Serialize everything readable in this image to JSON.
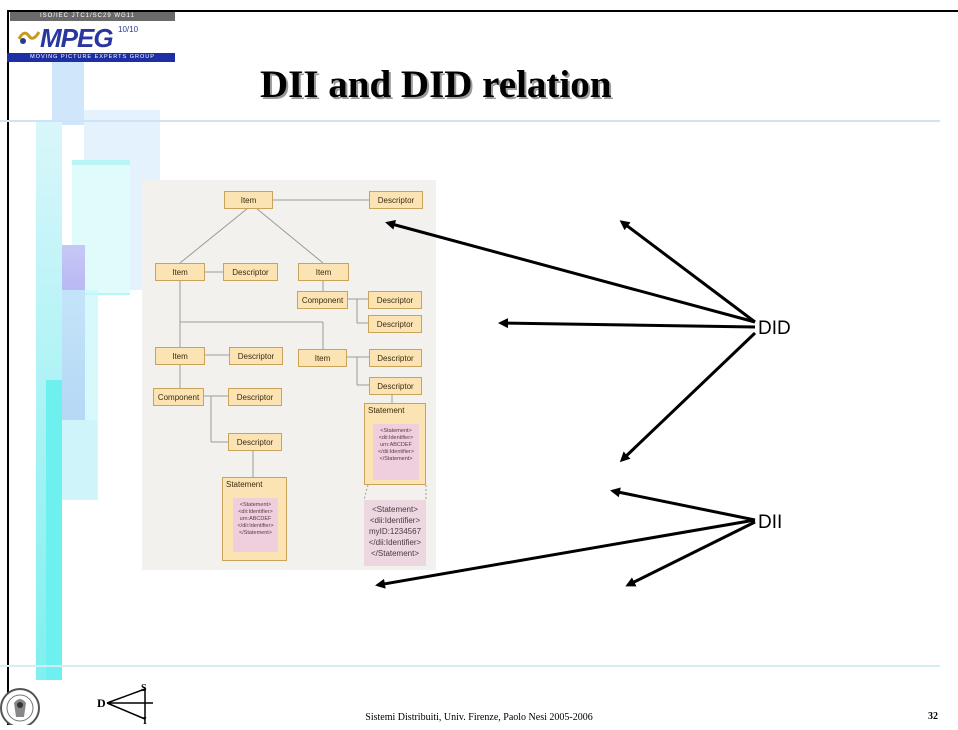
{
  "slide": {
    "title": "DII and DID relation",
    "footer": "Sistemi Distribuiti, Univ. Firenze, Paolo Nesi 2005-2006",
    "page_number": "32"
  },
  "logo": {
    "top_text": "ISO/IEC JTC1/SC29 WG11",
    "name": "MPEG",
    "superscript": "10/10",
    "bottom_text": "MOVING PICTURE EXPERTS GROUP"
  },
  "diagram": {
    "nodes": {
      "item_root": "Item",
      "descriptor_root": "Descriptor",
      "item_a": "Item",
      "descriptor_a": "Descriptor",
      "item_b": "Item",
      "component_b": "Component",
      "descriptor_b1": "Descriptor",
      "descriptor_b2": "Descriptor",
      "item_c": "Item",
      "descriptor_c": "Descriptor",
      "item_d": "Item",
      "descriptor_d1": "Descriptor",
      "descriptor_d2": "Descriptor",
      "component_c": "Component",
      "descriptor_c2": "Descriptor",
      "descriptor_c3": "Descriptor"
    },
    "statement_left": {
      "header": "Statement",
      "lines": [
        "<Statement>",
        "<dii:Identifier>",
        "urn:ABCDEF",
        "</dii:Identifier>",
        "</Statement>"
      ]
    },
    "statement_right": {
      "header": "Statement",
      "lines": [
        "<Statement>",
        "<dii:Identifier>",
        "urn:ABCDEF",
        "</dii:Identifier>",
        "</Statement>"
      ]
    },
    "statement_enlarged": {
      "lines": [
        "<Statement>",
        "<dii:Identifier>",
        "myID:1234567",
        "</dii:Identifier>",
        "</Statement>"
      ]
    }
  },
  "labels": {
    "did": "DID",
    "dii": "DII"
  },
  "colors": {
    "box_fill": "#fbe3b3",
    "box_border": "#c9a35a",
    "statement_inner": "#efcfdd",
    "deco_blue": "#8f8fee",
    "deco_cyan": "#7ff0f0"
  }
}
